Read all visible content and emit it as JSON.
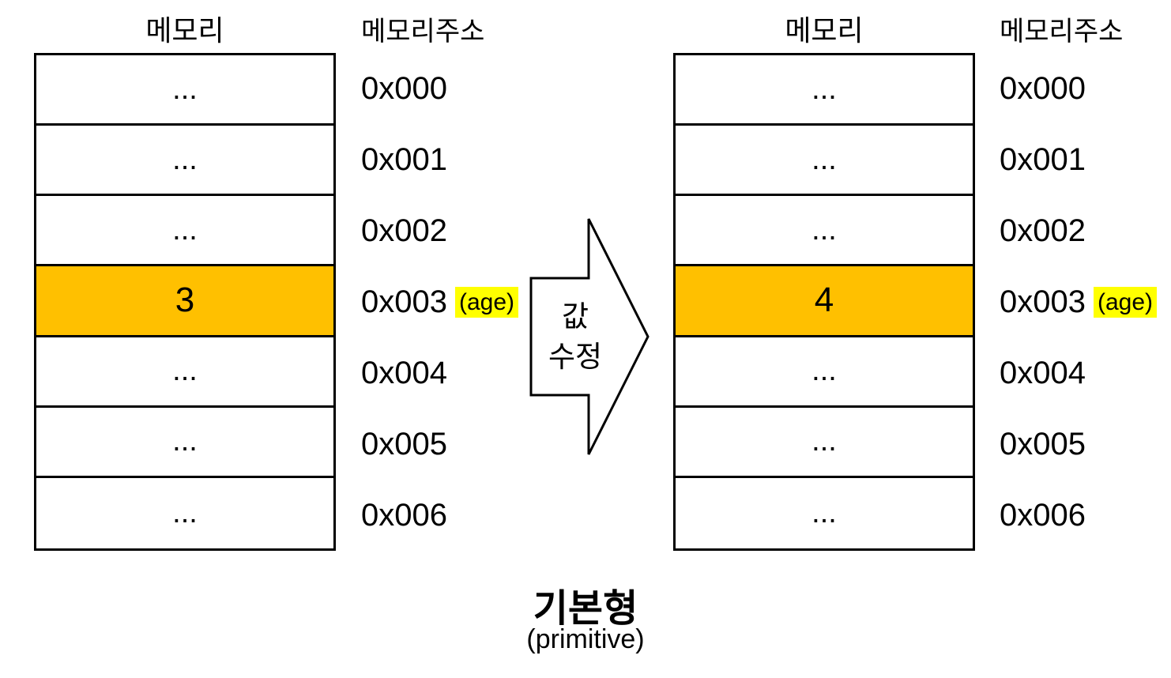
{
  "colors": {
    "highlight_cell": "#FFC000",
    "highlight_label": "#FFFF00",
    "border": "#000000"
  },
  "left_panel": {
    "memory_title": "메모리",
    "address_title": "메모리주소",
    "rows": [
      {
        "value": "...",
        "address": "0x000"
      },
      {
        "value": "...",
        "address": "0x001"
      },
      {
        "value": "...",
        "address": "0x002"
      },
      {
        "value": "3",
        "address": "0x003",
        "tag": "(age)",
        "highlighted": true
      },
      {
        "value": "...",
        "address": "0x004"
      },
      {
        "value": "...",
        "address": "0x005"
      },
      {
        "value": "...",
        "address": "0x006"
      }
    ]
  },
  "right_panel": {
    "memory_title": "메모리",
    "address_title": "메모리주소",
    "rows": [
      {
        "value": "...",
        "address": "0x000"
      },
      {
        "value": "...",
        "address": "0x001"
      },
      {
        "value": "...",
        "address": "0x002"
      },
      {
        "value": "4",
        "address": "0x003",
        "tag": "(age)",
        "highlighted": true
      },
      {
        "value": "...",
        "address": "0x004"
      },
      {
        "value": "...",
        "address": "0x005"
      },
      {
        "value": "...",
        "address": "0x006"
      }
    ]
  },
  "arrow": {
    "label_line1": "값",
    "label_line2": "수정"
  },
  "caption": {
    "title": "기본형",
    "subtitle": "(primitive)"
  }
}
